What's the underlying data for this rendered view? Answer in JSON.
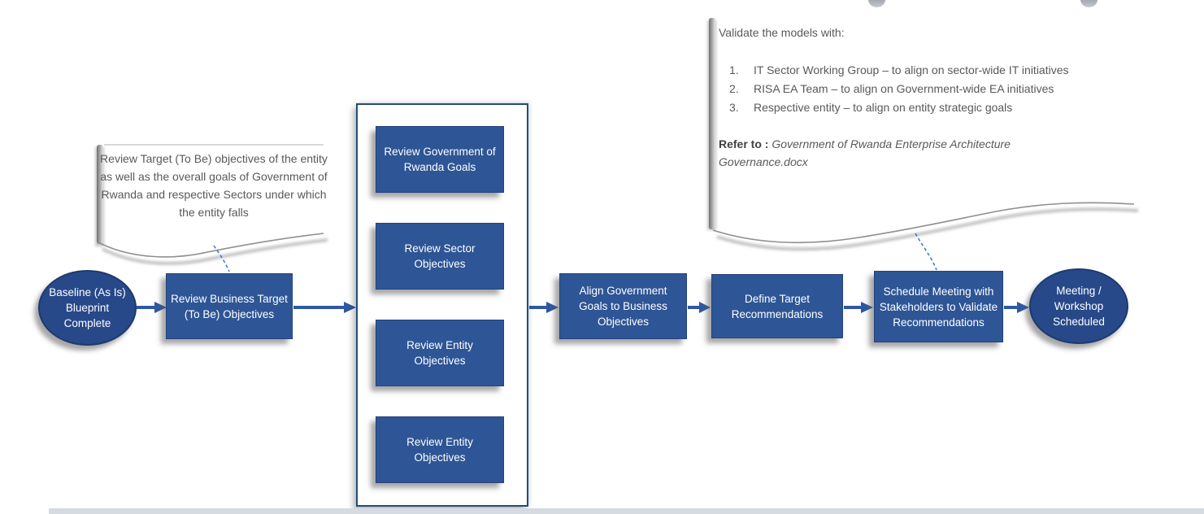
{
  "diagram": {
    "start": "Baseline (As Is) Blueprint Complete",
    "step_review_business": "Review Business Target (To Be) Objectives",
    "group": [
      "Review Government of Rwanda Goals",
      "Review Sector Objectives",
      "Review Entity Objectives",
      "Review Entity Objectives"
    ],
    "step_align": "Align Government Goals to Business Objectives",
    "step_define": "Define Target Recommendations",
    "step_schedule": "Schedule Meeting with Stakeholders to Validate Recommendations",
    "end": "Meeting / Workshop Scheduled"
  },
  "notes": {
    "left": "Review Target (To Be) objectives of the entity as well as the overall goals of Government of Rwanda and respective Sectors under which the entity falls",
    "right": {
      "intro": "Validate the models with:",
      "items": [
        {
          "num": "1.",
          "text": "IT Sector Working Group – to align on sector-wide IT initiatives"
        },
        {
          "num": "2.",
          "text": "RISA EA Team – to align on Government-wide EA initiatives"
        },
        {
          "num": "3.",
          "text": "Respective entity – to align on entity strategic goals"
        }
      ],
      "refer_label": "Refer to :",
      "refer_doc": "Government of Rwanda Enterprise Architecture Governance.docx"
    }
  },
  "colors": {
    "box_fill": "#2E5596",
    "oval_fill": "#27498A",
    "arrow": "#2E59A2",
    "container_border": "#1F4E79",
    "note_text": "#595959",
    "leader_dash": "#4472C4",
    "scrollbar": "#D6DAE1"
  }
}
